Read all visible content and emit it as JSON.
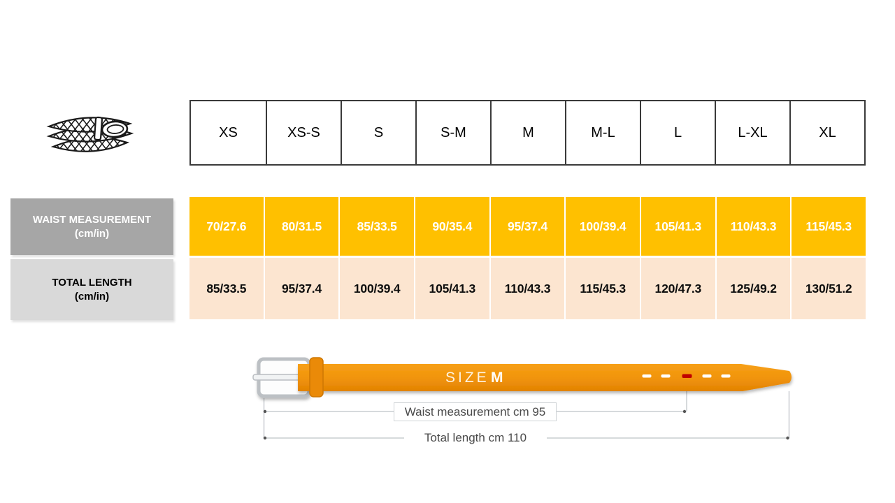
{
  "chart_data": {
    "type": "table",
    "columns": [
      "XS",
      "XS-S",
      "S",
      "S-M",
      "M",
      "M-L",
      "L",
      "L-XL",
      "XL"
    ],
    "rows": [
      {
        "label": "WAIST MEASUREMENT",
        "unit": "(cm/in)",
        "values": [
          "70/27.6",
          "80/31.5",
          "85/33.5",
          "90/35.4",
          "95/37.4",
          "100/39.4",
          "105/41.3",
          "110/43.3",
          "115/45.3"
        ]
      },
      {
        "label": "TOTAL LENGTH",
        "unit": "(cm/in)",
        "values": [
          "85/33.5",
          "95/37.4",
          "100/39.4",
          "105/41.3",
          "110/43.3",
          "115/45.3",
          "120/47.3",
          "125/49.2",
          "130/51.2"
        ]
      }
    ],
    "layout_hints": {
      "grid": "bordered header row; colored value rows",
      "legend": "none"
    }
  },
  "diagram": {
    "size_label": "SIZE",
    "size_value": "M",
    "waist_annotation": "Waist measurement cm 95",
    "length_annotation": "Total length cm 110",
    "holes_count": 5,
    "highlighted_hole_index": 2
  },
  "icons": {
    "belt_illustration": "braided-belt-icon"
  },
  "colors": {
    "waist_row_bg": "#FFC000",
    "length_row_bg": "#FCE5D0",
    "waist_label_bg": "#A6A6A6",
    "length_label_bg": "#D9D9D9",
    "belt_orange": "#F0930B",
    "belt_loop": "#EA8A08",
    "hole_red": "#C00000",
    "buckle_gray": "#BCC0C4",
    "annotation_line": "#C9CDD1",
    "annotation_text": "#4A4A4A",
    "header_border": "#3A3A3A"
  }
}
